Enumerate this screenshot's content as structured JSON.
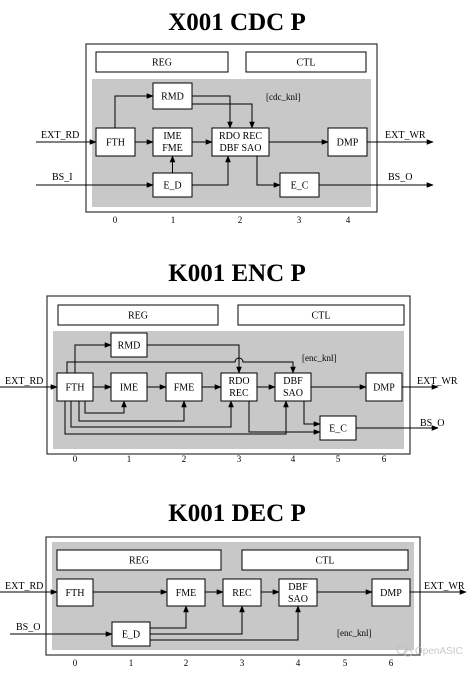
{
  "diagrams": [
    {
      "title": "X001 CDC P",
      "reg": "REG",
      "ctl": "CTL",
      "knl": "[cdc_knl]",
      "blocks": {
        "rmd": [
          "RMD"
        ],
        "fth": [
          "FTH"
        ],
        "ime": [
          "IME",
          "FME"
        ],
        "rdo": [
          "RDO REC",
          "DBF SAO"
        ],
        "dmp": [
          "DMP"
        ],
        "ed": [
          "E_D"
        ],
        "ec": [
          "E_C"
        ]
      },
      "signals": {
        "ext_rd": "EXT_RD",
        "bs_i": "BS_I",
        "ext_wr": "EXT_WR",
        "bs_o": "BS_O"
      },
      "stages": [
        "0",
        "1",
        "2",
        "3",
        "4"
      ]
    },
    {
      "title": "K001 ENC P",
      "reg": "REG",
      "ctl": "CTL",
      "knl": "[enc_knl]",
      "blocks": {
        "rmd": [
          "RMD"
        ],
        "fth": [
          "FTH"
        ],
        "ime": [
          "IME"
        ],
        "fme": [
          "FME"
        ],
        "rdo": [
          "RDO",
          "REC"
        ],
        "dbf": [
          "DBF",
          "SAO"
        ],
        "dmp": [
          "DMP"
        ],
        "ec": [
          "E_C"
        ]
      },
      "signals": {
        "ext_rd": "EXT_RD",
        "ext_wr": "EXT_WR",
        "bs_o": "BS_O"
      },
      "stages": [
        "0",
        "1",
        "2",
        "3",
        "4",
        "5",
        "6"
      ]
    },
    {
      "title": "K001 DEC P",
      "reg": "REG",
      "ctl": "CTL",
      "knl": "[enc_knl]",
      "blocks": {
        "fth": [
          "FTH"
        ],
        "fme": [
          "FME"
        ],
        "rec": [
          "REC"
        ],
        "dbf": [
          "DBF",
          "SAO"
        ],
        "dmp": [
          "DMP"
        ],
        "ed": [
          "E_D"
        ]
      },
      "signals": {
        "ext_rd": "EXT_RD",
        "bs_o": "BS_O",
        "ext_wr": "EXT_WR"
      },
      "stages": [
        "0",
        "1",
        "2",
        "3",
        "4",
        "5",
        "6"
      ]
    }
  ],
  "watermark": "OpenASIC",
  "watermark_icon": "wechat-icon"
}
